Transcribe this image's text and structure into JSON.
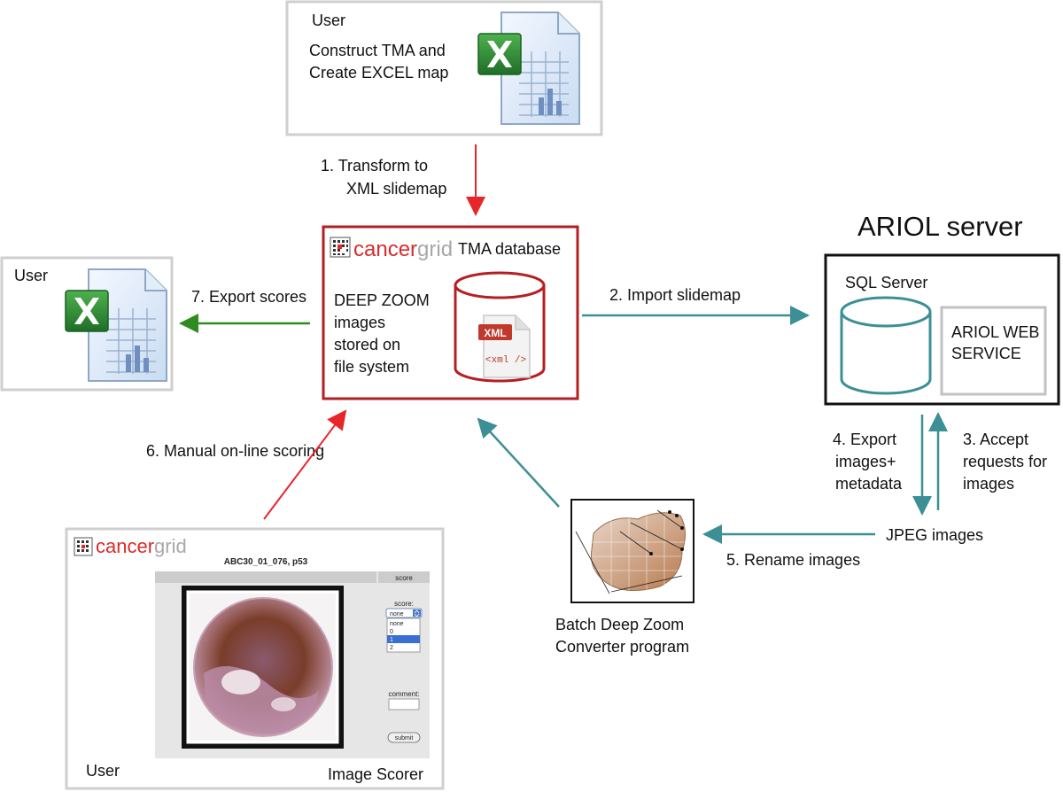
{
  "top_user": {
    "user_label": "User",
    "text_lines": [
      "Construct TMA and",
      "Create EXCEL map"
    ]
  },
  "step1": {
    "lines": [
      "1.  Transform to",
      "XML slidemap"
    ]
  },
  "tma_db": {
    "logo_cancer": "cancer",
    "logo_grid": "grid",
    "title": "TMA database",
    "text_lines": [
      "DEEP ZOOM",
      "images",
      "stored on",
      "file system"
    ],
    "xml_badge": "XML",
    "xml_tag": "<xml />"
  },
  "left_user": {
    "user_label": "User"
  },
  "step7": {
    "label": "7. Export scores"
  },
  "step2": {
    "label": "2. Import slidemap"
  },
  "ariol": {
    "title": "ARIOL server",
    "sql_label": "SQL Server",
    "web_service_lines": [
      "ARIOL WEB",
      "SERVICE"
    ]
  },
  "step4": {
    "lines": [
      "4. Export",
      "images+",
      "metadata"
    ]
  },
  "step3": {
    "lines": [
      "3. Accept",
      "requests for",
      "images"
    ]
  },
  "jpeg": {
    "label": "JPEG images"
  },
  "step5": {
    "label": "5. Rename images"
  },
  "converter": {
    "lines": [
      "Batch Deep Zoom",
      "Converter program"
    ]
  },
  "step6": {
    "label": "6. Manual on-line scoring"
  },
  "scorer": {
    "logo_cancer": "cancer",
    "logo_grid": "grid",
    "image_title": "ABC30_01_076, p53",
    "score_header": "score",
    "score_label": "score:",
    "select_value": "none",
    "options": [
      "none",
      "0",
      "1",
      "2"
    ],
    "comment_label": "comment:",
    "submit_label": "submit",
    "user_label": "User",
    "title": "Image Scorer"
  },
  "colors": {
    "red": "#e8262a",
    "dark_red": "#b41f24",
    "teal": "#3d8f96",
    "green": "#2e8b1e",
    "box_gray": "#cfcfcf",
    "excel_green": "#2f8a35"
  }
}
